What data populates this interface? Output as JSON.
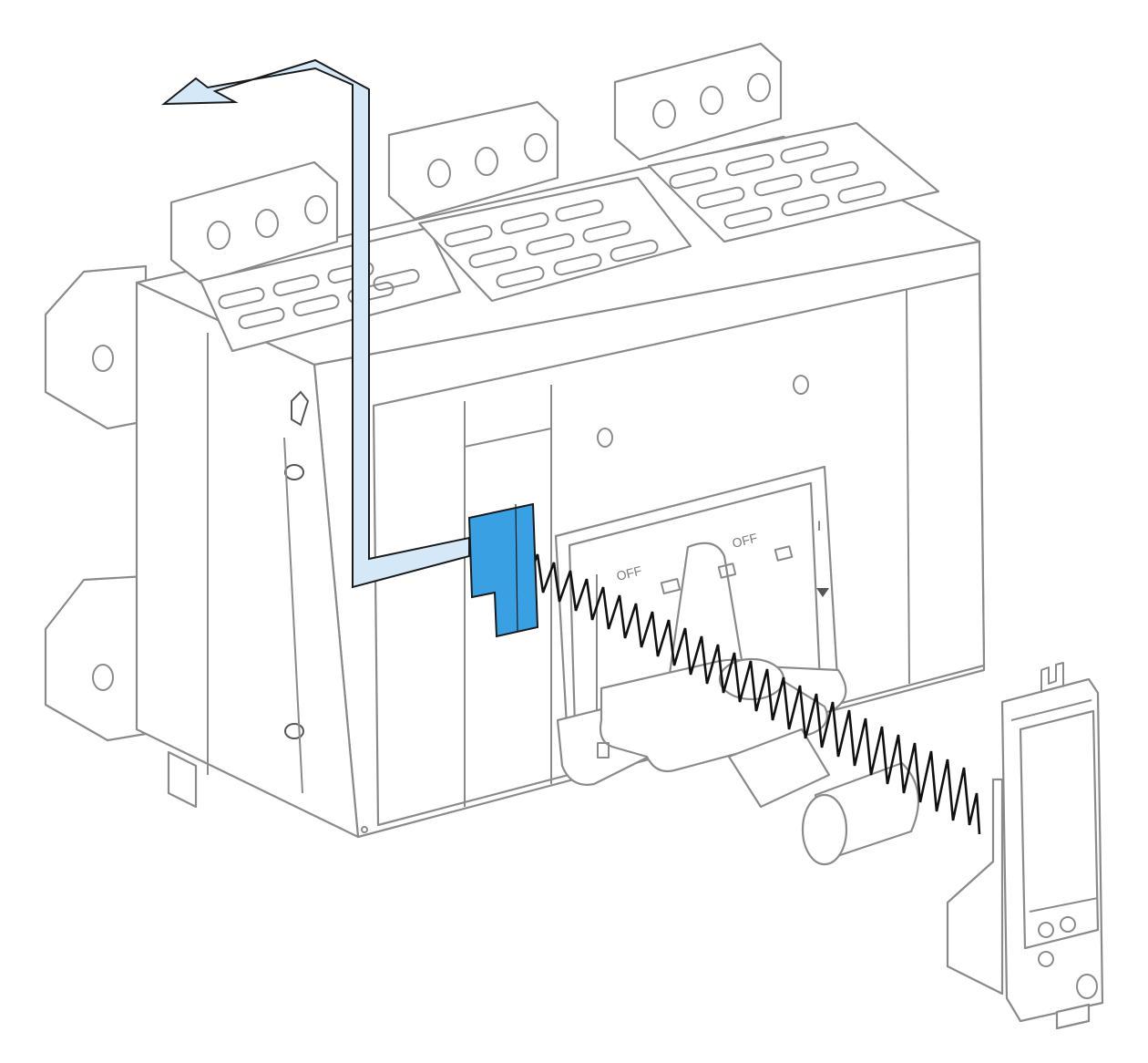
{
  "diagram": {
    "switch_labels": [
      "OFF",
      "OFF"
    ],
    "on_marker": "I",
    "colors": {
      "line": "#8a8a8a",
      "lock_block": "#3aa0e4",
      "arrow_fill": "#d4e8f7",
      "arrow_stroke": "#1a1a1a",
      "spring": "#111111"
    }
  }
}
